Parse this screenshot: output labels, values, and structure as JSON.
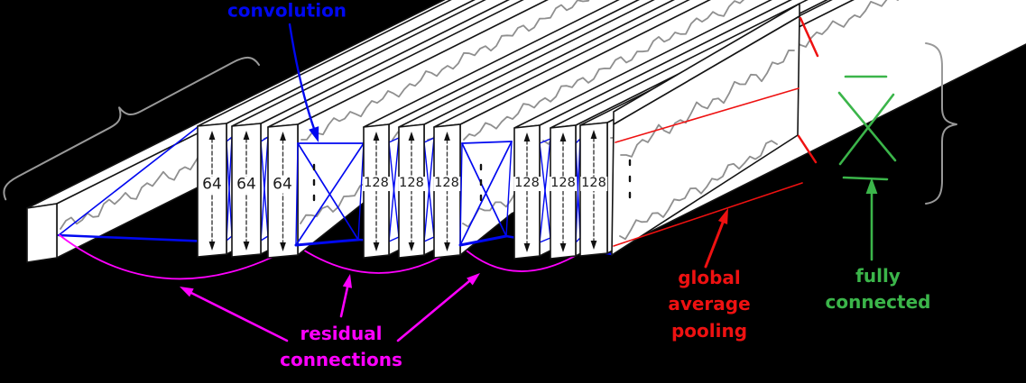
{
  "diagram_type": "residual-network-architecture",
  "labels": {
    "convolution": "convolution",
    "residual_connections": "residual\nconnections",
    "global_average_pooling": "global\naverage\npooling",
    "fully_connected": "fully\nconnected"
  },
  "slabs": [
    "64",
    "64",
    "64",
    "128",
    "128",
    "128",
    "128",
    "128",
    "128"
  ],
  "colors": {
    "background": "#000000",
    "convolution_blue": "#0008f0",
    "residual_magenta": "#ff00ff",
    "gap_red": "#ee1111",
    "fc_green": "#3bb54a",
    "brace_gray": "#999999",
    "signal_gray": "#8f8f8f",
    "plank_fill": "#ffffff",
    "plank_stroke": "#141414",
    "slab_label_color": "#1c1c1c"
  }
}
